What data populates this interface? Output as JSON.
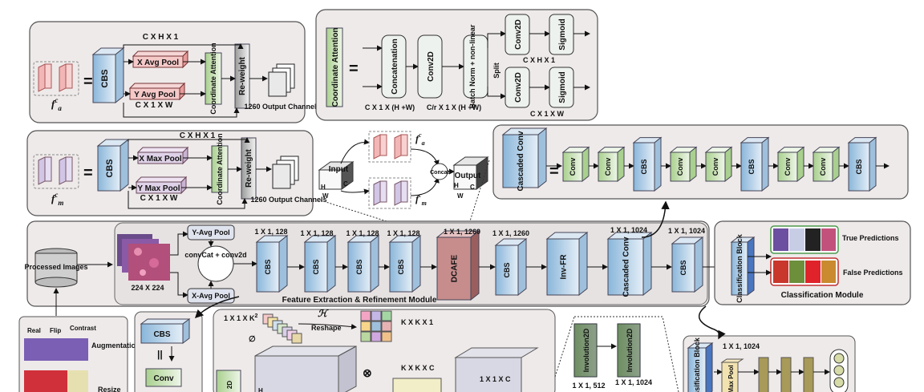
{
  "panels": {
    "coord_avg": {
      "c_h_1": "C X H X 1",
      "x_pool": "X Avg Pool",
      "y_pool": "Y Avg Pool",
      "c_1_w": "C X 1 X W",
      "cbs": "CBS",
      "coord_att": "Coordinate Attention",
      "reweight": "Re-weight",
      "output": "1260 Output Channels",
      "equals": "=",
      "f_base": "f",
      "f_sup": "c",
      "f_sub": "a"
    },
    "coord_max": {
      "c_h_1": "C X H X 1",
      "x_pool": "X Max Pool",
      "y_pool": "Y Max Pool",
      "c_1_w": "C X 1 X W",
      "cbs": "CBS",
      "coord_att": "Coordinate Attention",
      "reweight": "Re-weight",
      "output": "1260 Output Channels",
      "equals": "=",
      "f_base": "f",
      "f_sup": "c",
      "f_sub": "m"
    },
    "coord_detail": {
      "title": "Coordinate Attention",
      "equals": "=",
      "concat": "Concatenation",
      "conv2d": "Conv2D",
      "bn": "Batch Norm + non-linear",
      "split": "Split",
      "conv2d_top": "Conv2D",
      "conv2d_bot": "Conv2D",
      "sig_top": "Sigmoid",
      "sig_bot": "Sigmoid",
      "dim1": "C X 1 X (H +W)",
      "dim2": "C/r X 1 X (H +W)",
      "dim_top": "C X H X 1",
      "dim_bot": "C X 1 X W"
    },
    "fusion": {
      "input": "Input",
      "output": "Output",
      "concat": "Concat",
      "h": "H",
      "w": "W",
      "c": "C",
      "fa_base": "f",
      "fa_sup": "c",
      "fa_sub": "a",
      "fm_base": "f",
      "fm_sup": "c",
      "fm_sub": "m"
    },
    "cascaded": {
      "main": "Cascaded Conv",
      "equals": "=",
      "blocks": [
        "Conv",
        "Conv",
        "CBS",
        "Conv",
        "Conv",
        "CBS",
        "Conv",
        "Conv",
        "CBS"
      ]
    },
    "main_pipeline": {
      "processed": "Processed Images",
      "size": "224 X 224",
      "y_avg": "Y-Avg Pool",
      "x_avg": "X-Avg Pool",
      "convcat": "convCat + conv2d",
      "dims": [
        "1 X 1, 128",
        "1 X 1, 128",
        "1 X 1, 128",
        "1 X 1, 128",
        "1 X 1, 1260",
        "1 X 1, 1260",
        "1 X 1, 1024",
        "1 X 1, 1024"
      ],
      "cbs": "CBS",
      "dcafe": "DCAFE",
      "invfr": "Inv-FR",
      "cascaded": "Cascaded Conv",
      "module_label": "Feature Extraction & Refinement Module"
    },
    "classification": {
      "block": "Classification Block",
      "true_pred": "True Predictions",
      "false_pred": "False Predictions",
      "module": "Classification Module"
    },
    "bottom": {
      "aug_real": "Real",
      "aug_flip": "Flip",
      "aug_contrast": "Contrast",
      "augmentation": "Augmentation",
      "resize": "Resize",
      "cbs": "CBS",
      "equiv": "||",
      "conv": "Conv",
      "k2": "1 X 1 X K",
      "k2_sup": "2",
      "reshape": "Reshape",
      "kk1": "K X K X 1",
      "kkc": "K X K X C",
      "c11": "1 X 1 X C",
      "h_script": "ℋ",
      "phi": "∅",
      "otimes": "⊗",
      "h": "H",
      "conv2d": "2D",
      "invol1": "Involution2D",
      "invol2": "Involution2D",
      "invol1_dim": "1 X 1, 512",
      "invol2_dim": "1 X 1, 1024",
      "cls_block": "Classification Block",
      "cls_dim": "1 X 1, 1024",
      "max_pool": "Max Pool"
    }
  },
  "colors": {
    "panel_fill": "#efeaea",
    "panel_stroke": "#555555",
    "cbs_blue": "#cfe0ee",
    "green_block": "#d6e8cc",
    "pink_block": "#f6c9c9",
    "dcafe_red": "#c78d8d",
    "olive": "#a89a58",
    "dark_green": "#3e5a3e",
    "lavender": "#d8cfe8"
  }
}
